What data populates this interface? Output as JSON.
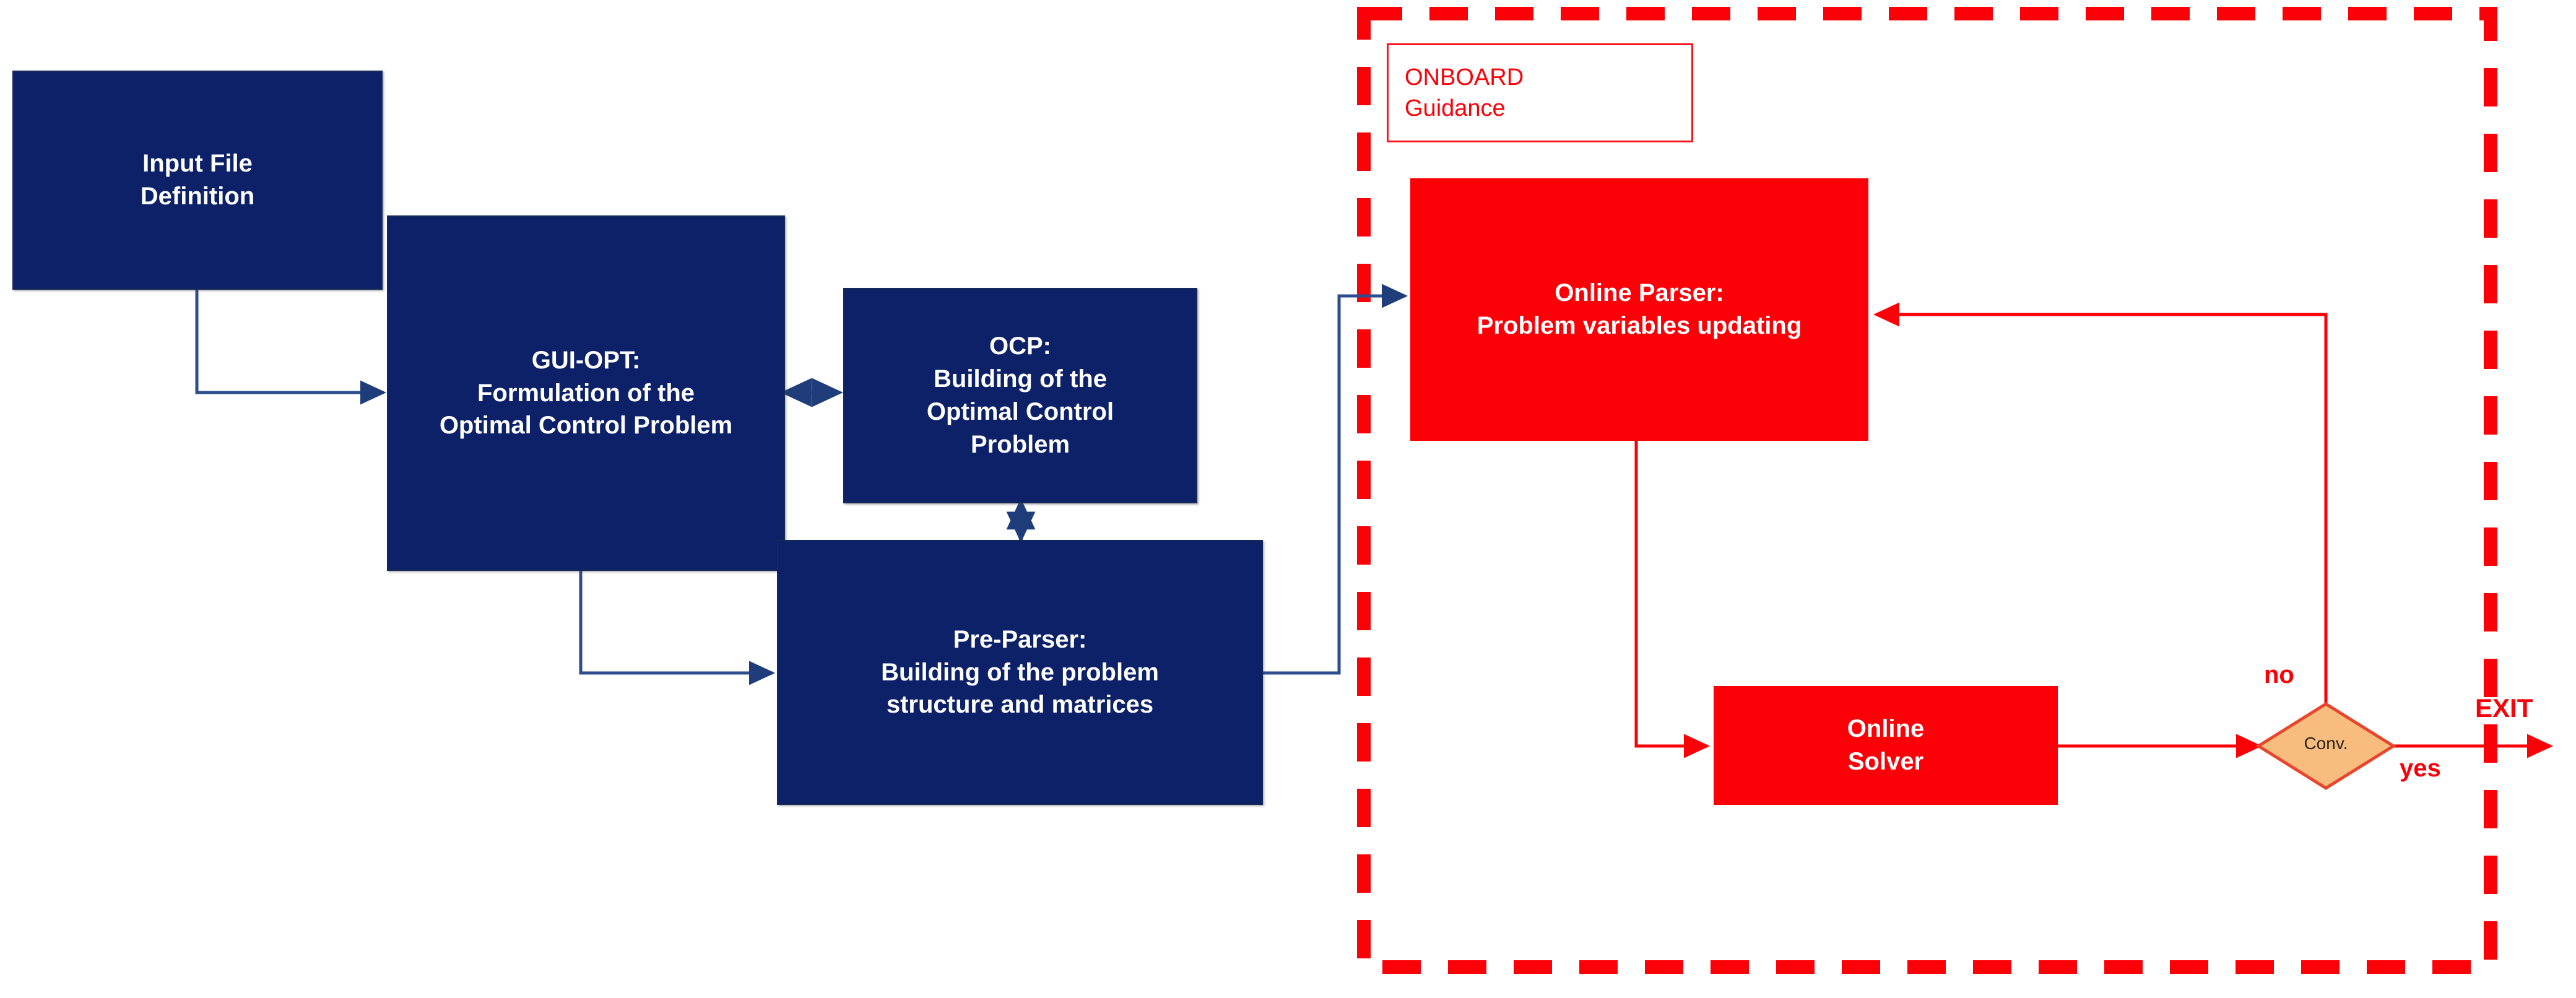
{
  "diagram": {
    "title": "Optimal control problem formulation and onboard guidance flowchart",
    "colors": {
      "blue_fill": "#0D2169",
      "blue_stroke": "#2E4D8E",
      "red_fill": "#FB0007",
      "red_stroke": "#F8161C",
      "diamond_fill": "#F8BC7E",
      "diamond_stroke": "#E8452D",
      "diamond_text": "#2B2412",
      "background": "#FFFFFF",
      "box_text": "#FFFFFF"
    },
    "offline_stage": {
      "nodes": [
        {
          "id": "input-file",
          "label": "Input File\nDefinition",
          "kind": "process",
          "color": "#0D2169"
        },
        {
          "id": "gui-opt",
          "label": "GUI-OPT:\nFormulation of the\nOptimal Control Problem",
          "kind": "process",
          "color": "#0D2169"
        },
        {
          "id": "ocp",
          "label": "OCP:\nBuilding of the\nOptimal Control\nProblem",
          "kind": "process",
          "color": "#0D2169"
        },
        {
          "id": "pre-parser",
          "label": "Pre-Parser:\nBuilding of the problem\nstructure and matrices",
          "kind": "process",
          "color": "#0D2169"
        }
      ]
    },
    "onboard_stage": {
      "group_label": "ONBOARD\nGuidance",
      "group_border": "dashed red",
      "nodes": [
        {
          "id": "online-parser",
          "label": "Online Parser:\nProblem variables updating",
          "kind": "process",
          "color": "#FB0007"
        },
        {
          "id": "online-solver",
          "label": "Online\nSolver",
          "kind": "process",
          "color": "#FB0007"
        },
        {
          "id": "conv-decision",
          "label": "Conv.",
          "kind": "decision",
          "color": "#F8BC7E"
        }
      ]
    },
    "edge_labels": {
      "no": "no",
      "yes": "yes",
      "exit": "EXIT"
    },
    "connections": [
      {
        "from": "input-file",
        "to": "gui-opt",
        "style": "blue",
        "arrow": "single"
      },
      {
        "from": "gui-opt",
        "to": "ocp",
        "style": "blue",
        "arrow": "double"
      },
      {
        "from": "ocp",
        "to": "pre-parser",
        "style": "blue",
        "arrow": "double"
      },
      {
        "from": "gui-opt",
        "to": "pre-parser",
        "style": "blue",
        "arrow": "single"
      },
      {
        "from": "pre-parser",
        "to": "online-parser",
        "style": "blue",
        "arrow": "single"
      },
      {
        "from": "online-parser",
        "to": "online-solver",
        "style": "red",
        "arrow": "single"
      },
      {
        "from": "online-solver",
        "to": "conv-decision",
        "style": "red",
        "arrow": "single"
      },
      {
        "from": "conv-decision",
        "to": "online-parser",
        "style": "red",
        "arrow": "single",
        "label": "no"
      },
      {
        "from": "conv-decision",
        "to": "exit",
        "style": "red",
        "arrow": "single",
        "label": "yes"
      }
    ]
  }
}
